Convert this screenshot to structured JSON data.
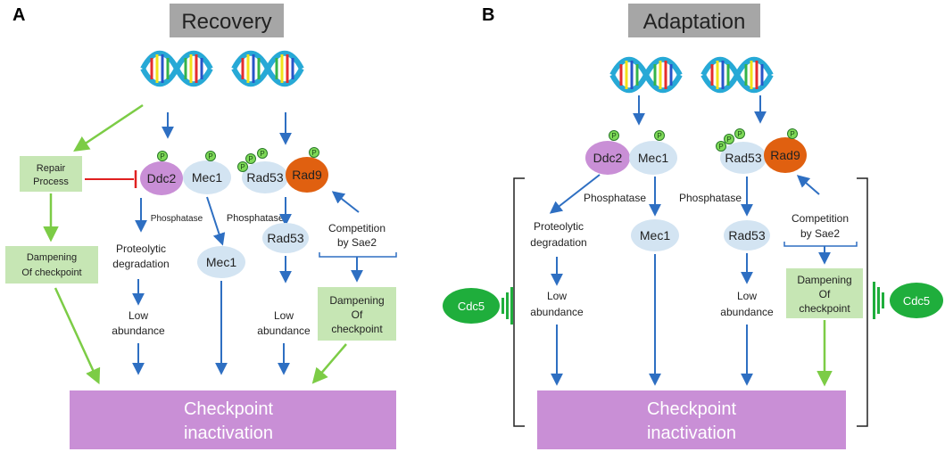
{
  "panel_a": {
    "letter": "A",
    "title": "Recovery",
    "repair_line1": "Repair",
    "repair_line2": "Process",
    "dampen_left_line1": "Dampening",
    "dampen_left_line2": "Of checkpoint",
    "ddc2": "Ddc2",
    "mec1": "Mec1",
    "rad53": "Rad53",
    "rad9": "Rad9",
    "phosphatase_left": "Phosphatase",
    "phosphatase_right": "Phosphatase",
    "proteolytic": "Proteolytic",
    "degradation": "degradation",
    "mec1_free": "Mec1",
    "rad53_free": "Rad53",
    "competition": "Competition",
    "by_sae2": "by Sae2",
    "low1": "Low",
    "abundance1": "abundance",
    "low2": "Low",
    "abundance2": "abundance",
    "dampen_right_line1": "Dampening",
    "dampen_right_line2": "Of",
    "dampen_right_line3": "checkpoint",
    "checkpoint_line1": "Checkpoint",
    "checkpoint_line2": "inactivation"
  },
  "panel_b": {
    "letter": "B",
    "title": "Adaptation",
    "ddc2": "Ddc2",
    "mec1": "Mec1",
    "rad53": "Rad53",
    "rad9": "Rad9",
    "phosphatase_left": "Phosphatase",
    "phosphatase_right": "Phosphatase",
    "proteolytic": "Proteolytic",
    "degradation": "degradation",
    "mec1_free": "Mec1",
    "rad53_free": "Rad53",
    "competition": "Competition",
    "by_sae2": "by Sae2",
    "low1": "Low",
    "abundance1": "abundance",
    "low2": "Low",
    "abundance2": "abundance",
    "dampen_line1": "Dampening",
    "dampen_line2": "Of",
    "dampen_line3": "checkpoint",
    "cdc5_left": "Cdc5",
    "cdc5_right": "Cdc5",
    "checkpoint_line1": "Checkpoint",
    "checkpoint_line2": "inactivation"
  },
  "phospho_label": "P",
  "colors": {
    "title_bg": "#a6a6a6",
    "green_box": "#c6e6b4",
    "purple": "#c98fd6",
    "orange": "#e06010",
    "light_blue": "#d3e4f2",
    "arrow_blue": "#2e6fc2",
    "arrow_green": "#7ccc46",
    "inhibit_red": "#e02020",
    "cdc5_green": "#1fae3c",
    "phospho_green": "#7ed957"
  },
  "icons": [
    "dna-helix-icon",
    "phosphate-icon",
    "cdc5-inhibitor-icon"
  ]
}
